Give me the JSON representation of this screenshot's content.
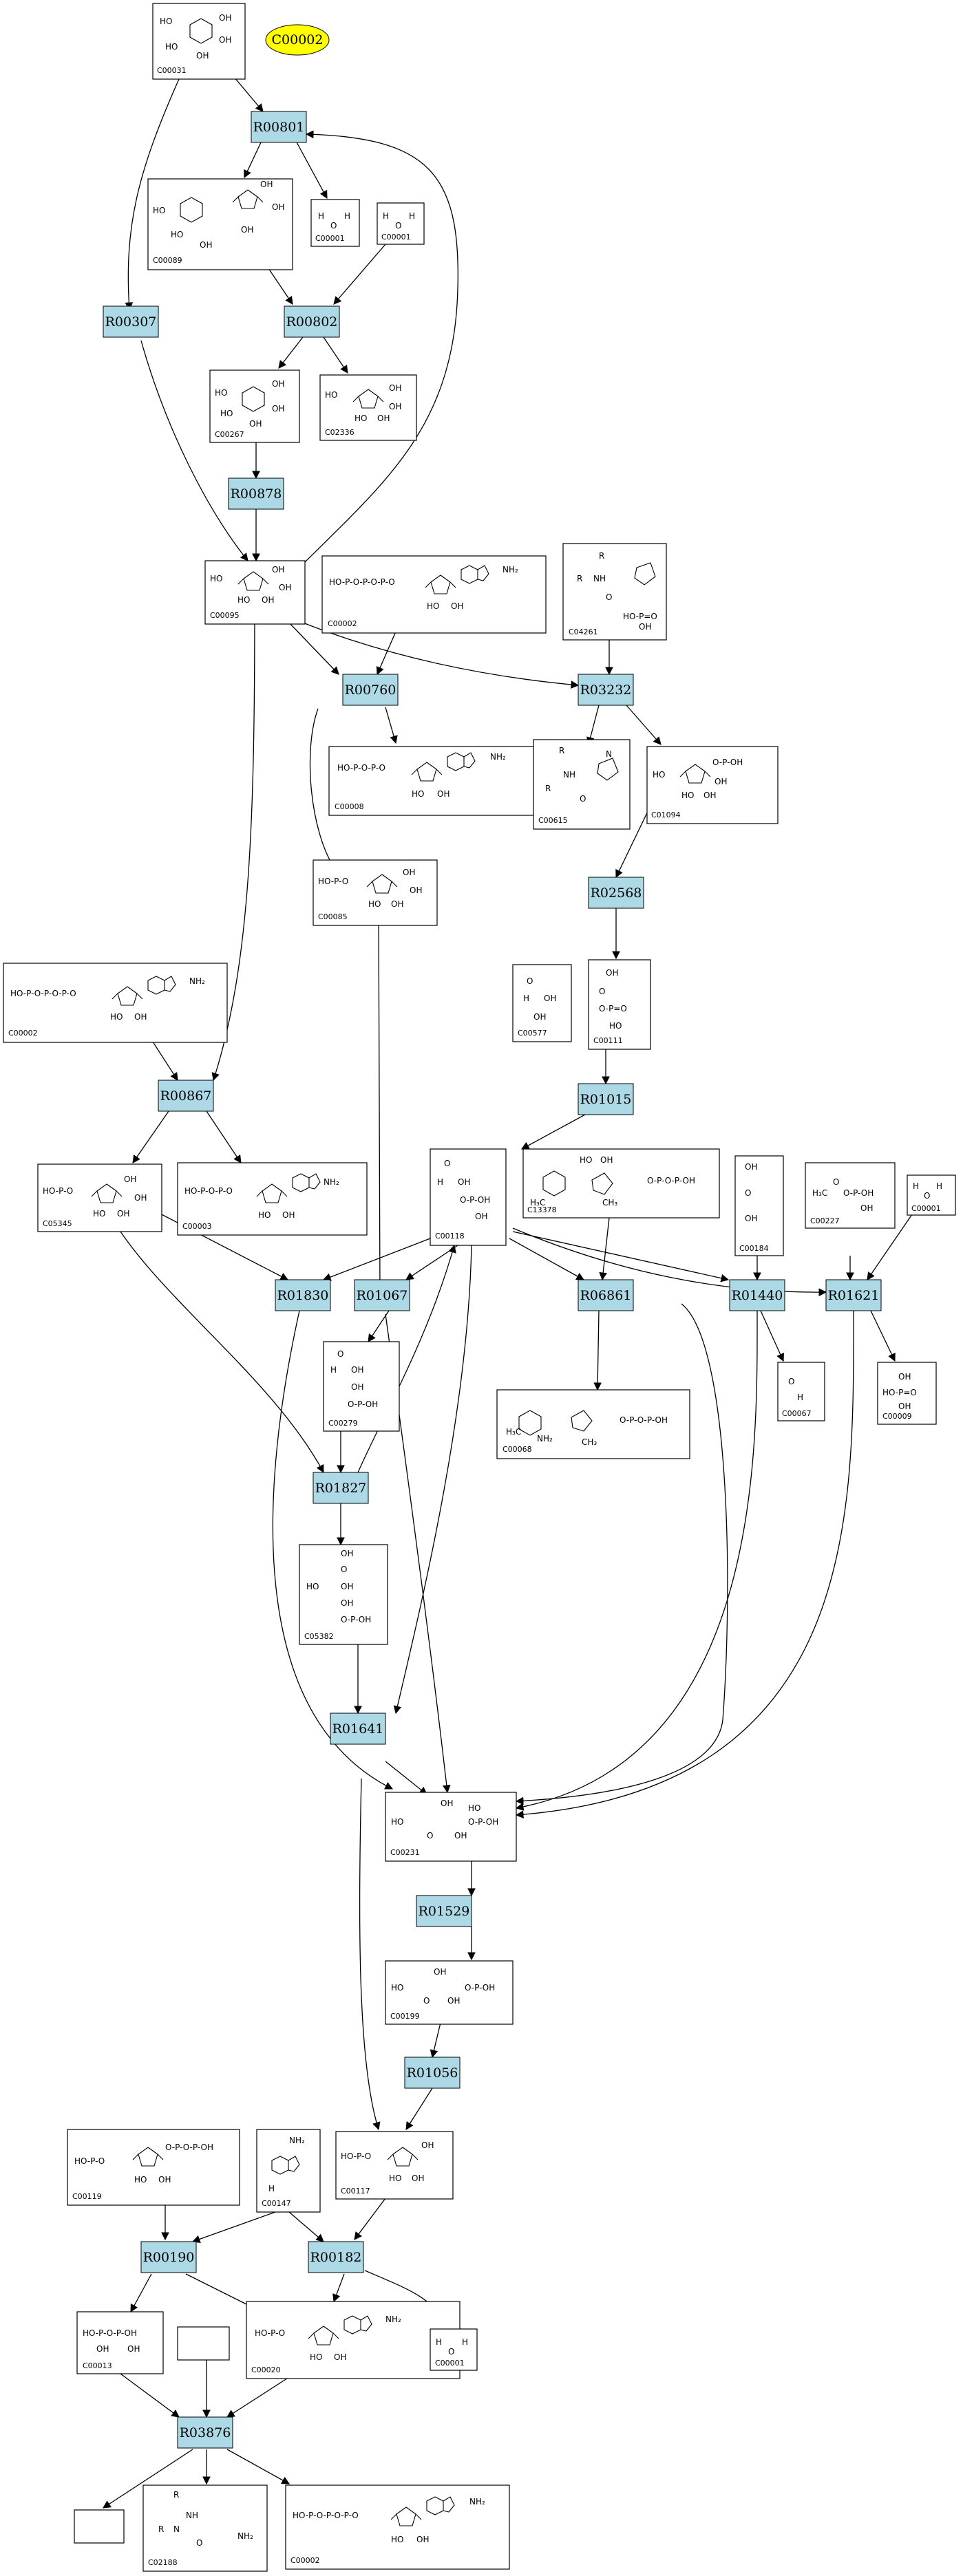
{
  "highlight": {
    "label": "C00002",
    "color": "#ffff00"
  },
  "reaction_color": "#add8e6",
  "reactions": {
    "R00801": "R00801",
    "R00307": "R00307",
    "R00802": "R00802",
    "R00878": "R00878",
    "R00760": "R00760",
    "R03232": "R03232",
    "R02568": "R02568",
    "R01015": "R01015",
    "R00867": "R00867",
    "R01830": "R01830",
    "R01067": "R01067",
    "R06861": "R06861",
    "R01440": "R01440",
    "R01621": "R01621",
    "R01827": "R01827",
    "R01641": "R01641",
    "R01529": "R01529",
    "R01056": "R01056",
    "R00190": "R00190",
    "R00182": "R00182",
    "R03876": "R03876"
  },
  "compounds": {
    "C00031": "C00031",
    "C00089": "C00089",
    "C00001a": "C00001",
    "C00001b": "C00001",
    "C00267": "C00267",
    "C02336": "C02336",
    "C00095": "C00095",
    "C00002a": "C00002",
    "C04261": "C04261",
    "C00008": "C00008",
    "C00615": "C00615",
    "C01094": "C01094",
    "C00085": "C00085",
    "C00577": "C00577",
    "C00111": "C00111",
    "C00002b": "C00002",
    "C05345": "C05345",
    "C00003": "C00003",
    "C00118": "C00118",
    "C13378": "C13378",
    "C00184": "C00184",
    "C00227": "C00227",
    "C00001c": "C00001",
    "C00279": "C00279",
    "C00068": "C00068",
    "C00067": "C00067",
    "C00009": "C00009",
    "C05382": "C05382",
    "C00231": "C00231",
    "C00199": "C00199",
    "C00119": "C00119",
    "C00147": "C00147",
    "C00117": "C00117",
    "C00013": "C00013",
    "C00020": "C00020",
    "C00001d": "C00001",
    "C02188": "C02188",
    "C00002c": "C00002"
  }
}
